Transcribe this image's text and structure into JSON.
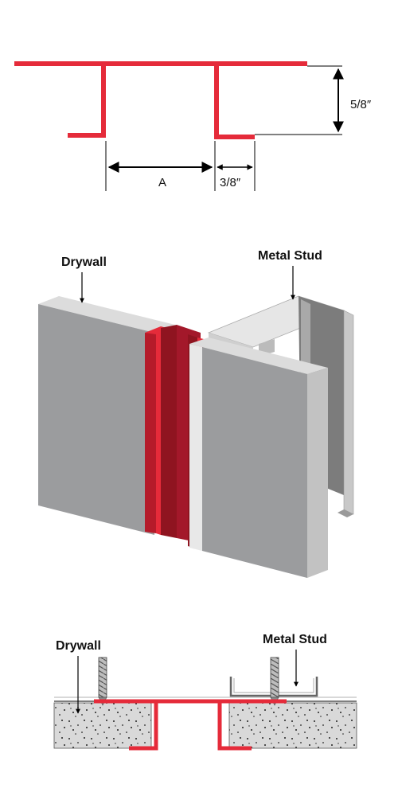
{
  "colors": {
    "trim_red": "#e52b3a",
    "trim_dark_red": "#8f1420",
    "trim_mid_red": "#b51b2a",
    "drywall_face": "#9b9c9e",
    "drywall_edge": "#dcdcdc",
    "stud_light": "#cfcfcf",
    "stud_dark": "#7c7c7c",
    "concrete_fill": "#d9d9d9",
    "dimension_line": "#000000"
  },
  "profile": {
    "dim_height": "5/8″",
    "dim_gap": "A",
    "dim_flange": "3/8″"
  },
  "isometric": {
    "drywall_label": "Drywall",
    "stud_label": "Metal Stud"
  },
  "section": {
    "drywall_label": "Drywall",
    "stud_label": "Metal Stud"
  }
}
